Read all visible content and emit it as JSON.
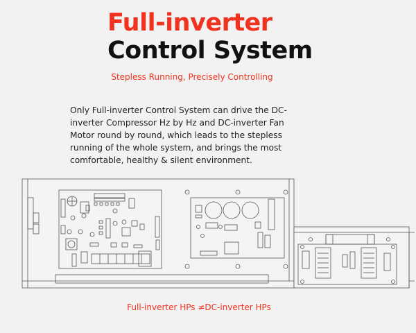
{
  "header": {
    "title_line1": "Full-inverter",
    "title_line2": "Control System",
    "subtitle": "Stepless Running, Precisely Controlling"
  },
  "description": "Only Full-inverter Control System can drive the DC-inverter Compressor Hz by Hz and DC-inverter Fan Motor round by round, which leads to the stepless running of the whole system, and brings the most comfortable, healthy & silent environment.",
  "caption": "Full-inverter HPs ≠DC-inverter HPs",
  "colors": {
    "accent": "#f0321e",
    "text": "#111111",
    "line": "#555555"
  }
}
